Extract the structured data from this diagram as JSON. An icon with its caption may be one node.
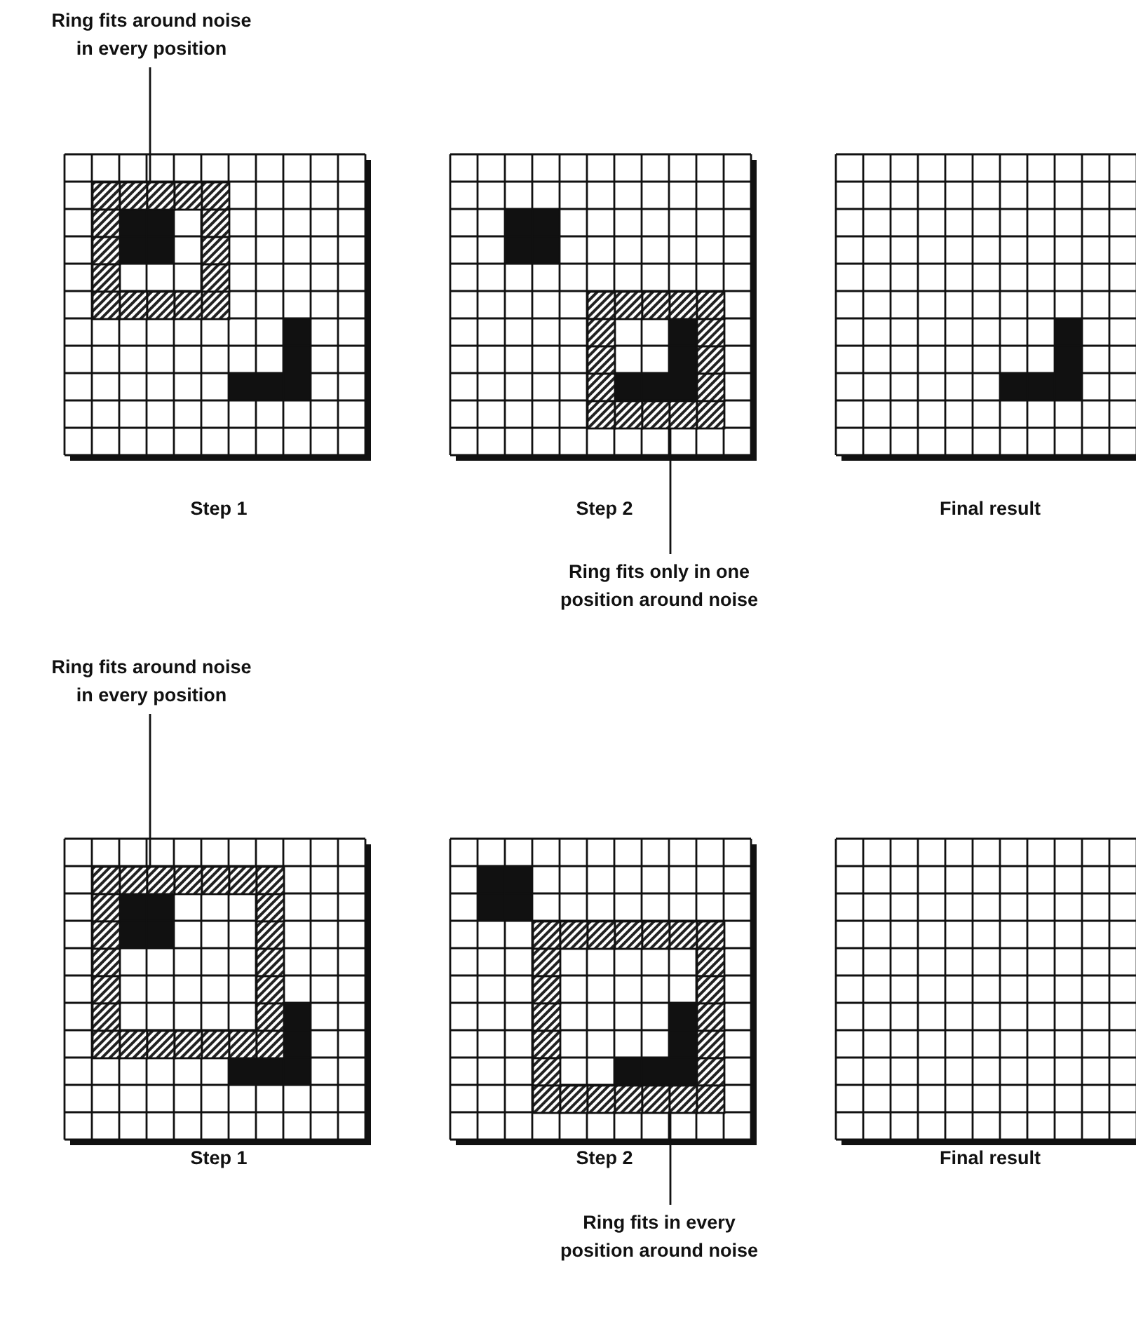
{
  "diagram": {
    "nodes": [
      {
        "text": [
          "Ring fits around noise in every position"
        ]
      },
      {
        "text": [],
        "shape": "box"
      },
      {
        "text": [],
        "shape": "box"
      },
      {
        "text": [
          "Ring fits only in one position around noise"
        ]
      },
      {
        "text": [
          "Ring fits around noise in every position"
        ]
      },
      {
        "text": [],
        "shape": "box"
      },
      {
        "text": [],
        "shape": "box"
      },
      {
        "text": [
          "Ring fits in every position around noise"
        ]
      }
    ],
    "edges": [
      {
        "from": 0,
        "to": 1,
        "arrow": "none"
      },
      {
        "from": 3,
        "to": 2,
        "arrow": "none"
      },
      {
        "from": 4,
        "to": 5,
        "arrow": "none"
      },
      {
        "from": 7,
        "to": 6,
        "arrow": "none"
      }
    ],
    "labels": [
      "Step 1",
      "Step 2",
      "Final result",
      "Step 1",
      "Step 2",
      "Final result"
    ]
  }
}
